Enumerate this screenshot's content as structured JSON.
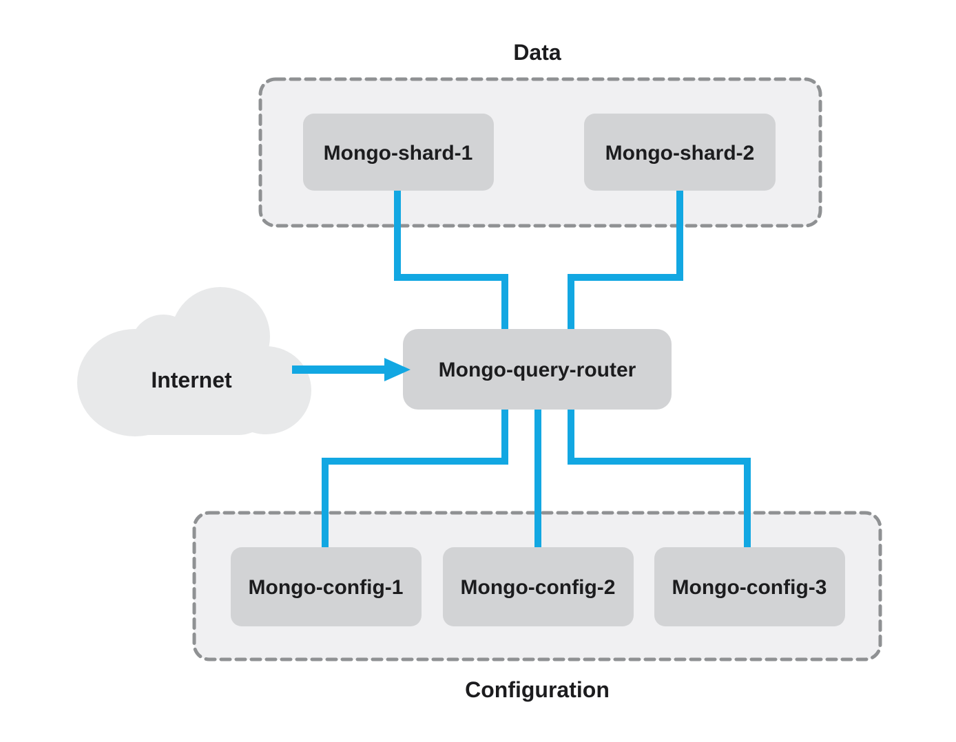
{
  "diagram": {
    "groups": {
      "data": {
        "label": "Data",
        "nodes": [
          {
            "label": "Mongo-shard-1"
          },
          {
            "label": "Mongo-shard-2"
          }
        ]
      },
      "config": {
        "label": "Configuration",
        "nodes": [
          {
            "label": "Mongo-config-1"
          },
          {
            "label": "Mongo-config-2"
          },
          {
            "label": "Mongo-config-3"
          }
        ]
      }
    },
    "router": {
      "label": "Mongo-query-router"
    },
    "internet": {
      "label": "Internet"
    },
    "colors": {
      "connector_blue": "#12a7e2",
      "node_fill": "#d2d3d5",
      "group_fill": "#f0f0f2",
      "group_border": "#8f9193",
      "cloud_fill": "#e8e9ea",
      "text": "#1c1c1e",
      "background": "#ffffff"
    }
  }
}
